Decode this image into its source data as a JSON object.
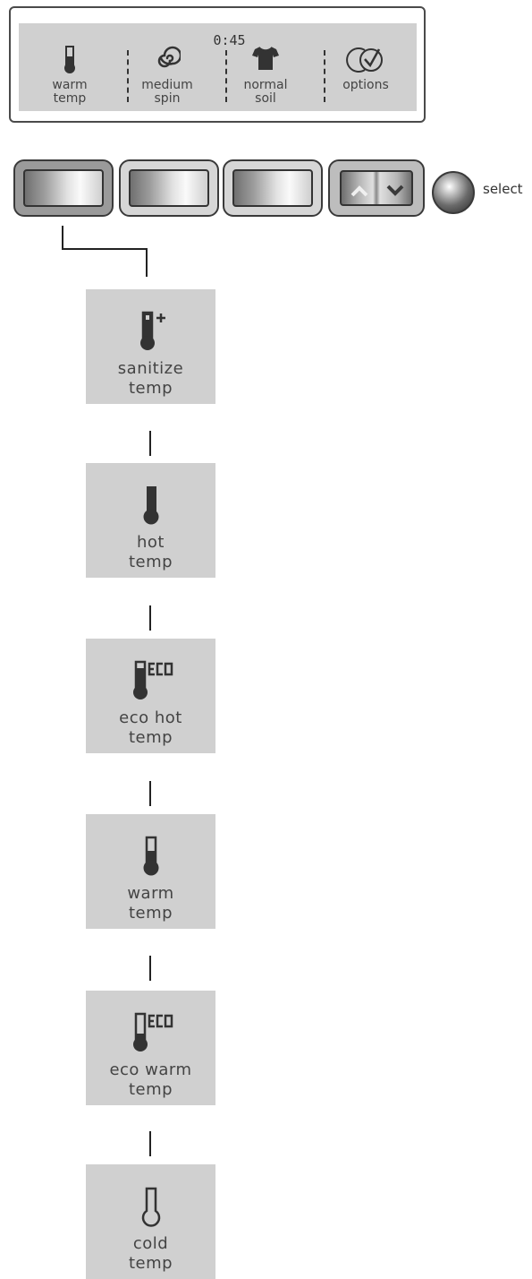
{
  "display": {
    "time": "0:45",
    "cells": [
      {
        "icon": "thermometer-icon",
        "line1": "warm",
        "line2": "temp"
      },
      {
        "icon": "spiral-spin-icon",
        "line1": "medium",
        "line2": "spin"
      },
      {
        "icon": "shirt-icon",
        "line1": "normal",
        "line2": "soil"
      },
      {
        "icon": "check-options-icon",
        "line1": "",
        "line2": "options"
      }
    ]
  },
  "controls": {
    "select_label": "select"
  },
  "options": [
    {
      "icon": "thermometer-plus-icon",
      "line1": "sanitize",
      "line2": "temp"
    },
    {
      "icon": "thermometer-full-icon",
      "line1": "hot",
      "line2": "temp"
    },
    {
      "icon": "thermometer-eco-icon",
      "line1": "eco hot",
      "line2": "temp"
    },
    {
      "icon": "thermometer-half-icon",
      "line1": "warm",
      "line2": "temp"
    },
    {
      "icon": "thermometer-eco-low-icon",
      "line1": "eco warm",
      "line2": "temp"
    },
    {
      "icon": "thermometer-empty-icon",
      "line1": "cold",
      "line2": "temp"
    }
  ]
}
